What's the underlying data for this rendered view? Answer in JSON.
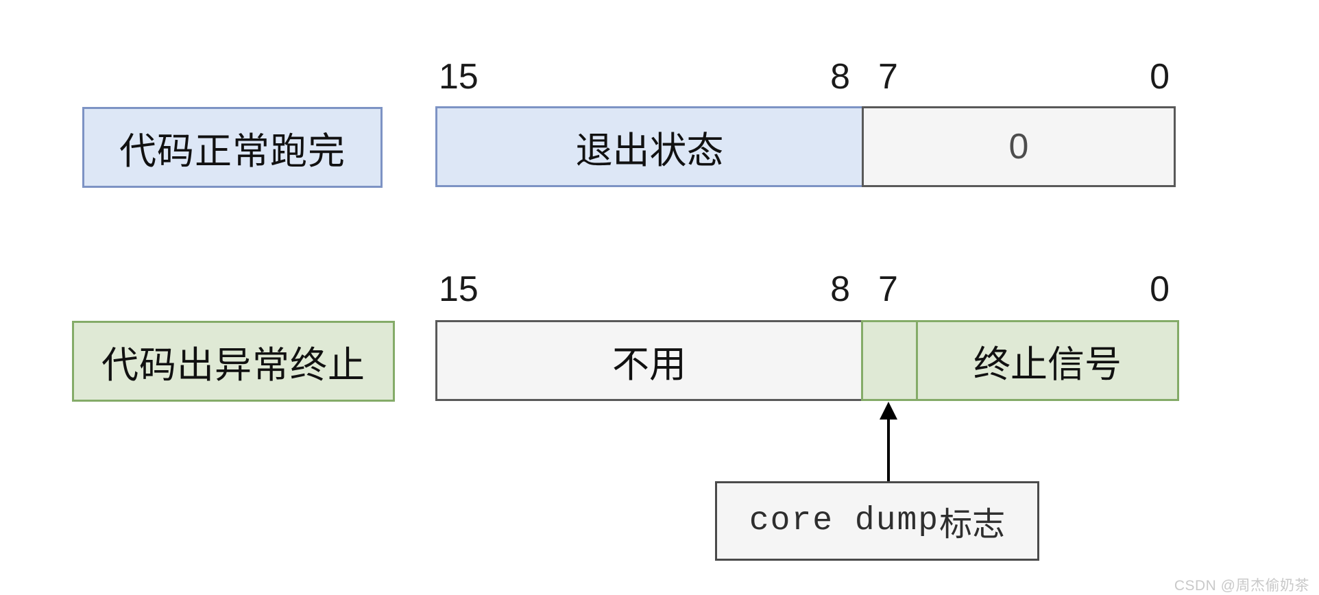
{
  "diagram_title": "process exit status word layout",
  "rows": [
    {
      "label": "代码正常跑完",
      "ticks": {
        "t15": "15",
        "t8": "8",
        "t7": "7",
        "t0": "0"
      },
      "cells": {
        "high": "退出状态",
        "low": "0"
      }
    },
    {
      "label": "代码出异常终止",
      "ticks": {
        "t15": "15",
        "t8": "8",
        "t7": "7",
        "t0": "0"
      },
      "cells": {
        "high": "不用",
        "flag": "",
        "low": "终止信号"
      }
    }
  ],
  "annotation": {
    "mono": "core dump",
    "cjk": "标志"
  },
  "watermark": "CSDN @周杰偷奶茶",
  "colors": {
    "blue_fill": "#dde7f6",
    "blue_border": "#7d93c4",
    "green_fill": "#dfe9d5",
    "green_border": "#84ab68",
    "gray_fill": "#f5f5f5",
    "gray_border": "#595959",
    "annotation_border": "#4a4a4a",
    "arrow": "#000000",
    "watermark_text": "#c9c9c9"
  }
}
